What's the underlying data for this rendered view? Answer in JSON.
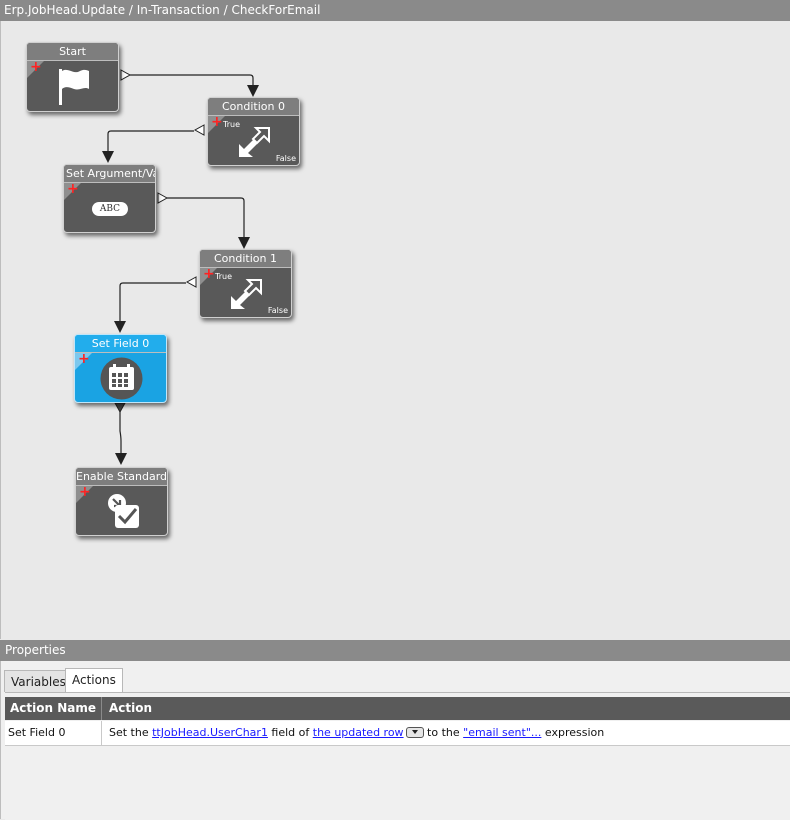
{
  "window": {
    "title": "Erp.JobHead.Update / In-Transaction / CheckForEmail"
  },
  "workflow": {
    "nodes": [
      {
        "id": "start",
        "label": "Start",
        "icon": "flag-icon"
      },
      {
        "id": "condition0",
        "label": "Condition 0",
        "icon": "arrows-diagonal-icon",
        "true_label": "True",
        "false_label": "False"
      },
      {
        "id": "setarg",
        "label": "Set Argument/Vari",
        "icon": "abc-icon",
        "icon_text": "ABC"
      },
      {
        "id": "condition1",
        "label": "Condition 1",
        "icon": "arrows-diagonal-icon",
        "true_label": "True",
        "false_label": "False"
      },
      {
        "id": "setfield0",
        "label": "Set Field 0",
        "icon": "calendar-grid-icon"
      },
      {
        "id": "enablestd",
        "label": "Enable Standard D",
        "icon": "checkmark-arrow-icon"
      }
    ],
    "colors": {
      "node_bg": "#595959",
      "node_selected": "#1aa3e3",
      "plus": "#ff2222"
    }
  },
  "properties": {
    "title": "Properties",
    "tabs": [
      {
        "label": "Variables",
        "active": false
      },
      {
        "label": "Actions",
        "active": true
      }
    ],
    "table": {
      "columns": [
        "Action Name",
        "Action"
      ],
      "rows": [
        {
          "name": "Set Field 0",
          "action_parts": {
            "t1": "Set the ",
            "link1": "ttJobHead.UserChar1",
            "t2": " field of ",
            "link2": "the updated row",
            "t3": " to the ",
            "link3": "\"email sent\"...",
            "t4": " expression"
          }
        }
      ]
    }
  }
}
